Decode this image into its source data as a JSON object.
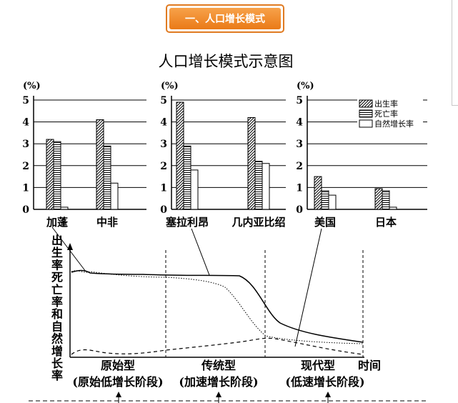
{
  "header": {
    "badge_label": "一、人口增长模式"
  },
  "diagram": {
    "title": "人口增长模式示意图",
    "unit_label": "(%)",
    "y_ticks": [
      "0",
      "1",
      "2",
      "3",
      "4",
      "5"
    ],
    "legend": {
      "birth": "出生率",
      "death": "死亡率",
      "natural": "自然增长率"
    },
    "bottom_ylabel": [
      "出",
      "生",
      "率",
      "死",
      "亡",
      "率",
      "和",
      "自",
      "然",
      "增",
      "长",
      "率"
    ],
    "time_label": "时间",
    "stages": [
      {
        "name": "原始型",
        "sub": "(原始低增长阶段)"
      },
      {
        "name": "传统型",
        "sub": "(加速增长阶段)"
      },
      {
        "name": "现代型",
        "sub": "(低速增长阶段)"
      }
    ]
  },
  "chart_data": [
    {
      "type": "bar",
      "categories": [
        "加蓬",
        "中非"
      ],
      "ylim": [
        0,
        5
      ],
      "series": [
        {
          "name": "出生率",
          "values": [
            3.2,
            4.1
          ]
        },
        {
          "name": "死亡率",
          "values": [
            3.1,
            2.9
          ]
        },
        {
          "name": "自然增长率",
          "values": [
            0.1,
            1.2
          ]
        }
      ]
    },
    {
      "type": "bar",
      "categories": [
        "塞拉利昂",
        "几内亚比绍"
      ],
      "ylim": [
        0,
        5
      ],
      "series": [
        {
          "name": "出生率",
          "values": [
            4.9,
            4.2
          ]
        },
        {
          "name": "死亡率",
          "values": [
            2.9,
            2.2
          ]
        },
        {
          "name": "自然增长率",
          "values": [
            1.8,
            2.1
          ]
        }
      ]
    },
    {
      "type": "bar",
      "categories": [
        "美国",
        "日本"
      ],
      "ylim": [
        0,
        5
      ],
      "series": [
        {
          "name": "出生率",
          "values": [
            1.5,
            0.95
          ]
        },
        {
          "name": "死亡率",
          "values": [
            0.85,
            0.85
          ]
        },
        {
          "name": "自然增长率",
          "values": [
            0.65,
            0.1
          ]
        }
      ]
    }
  ]
}
